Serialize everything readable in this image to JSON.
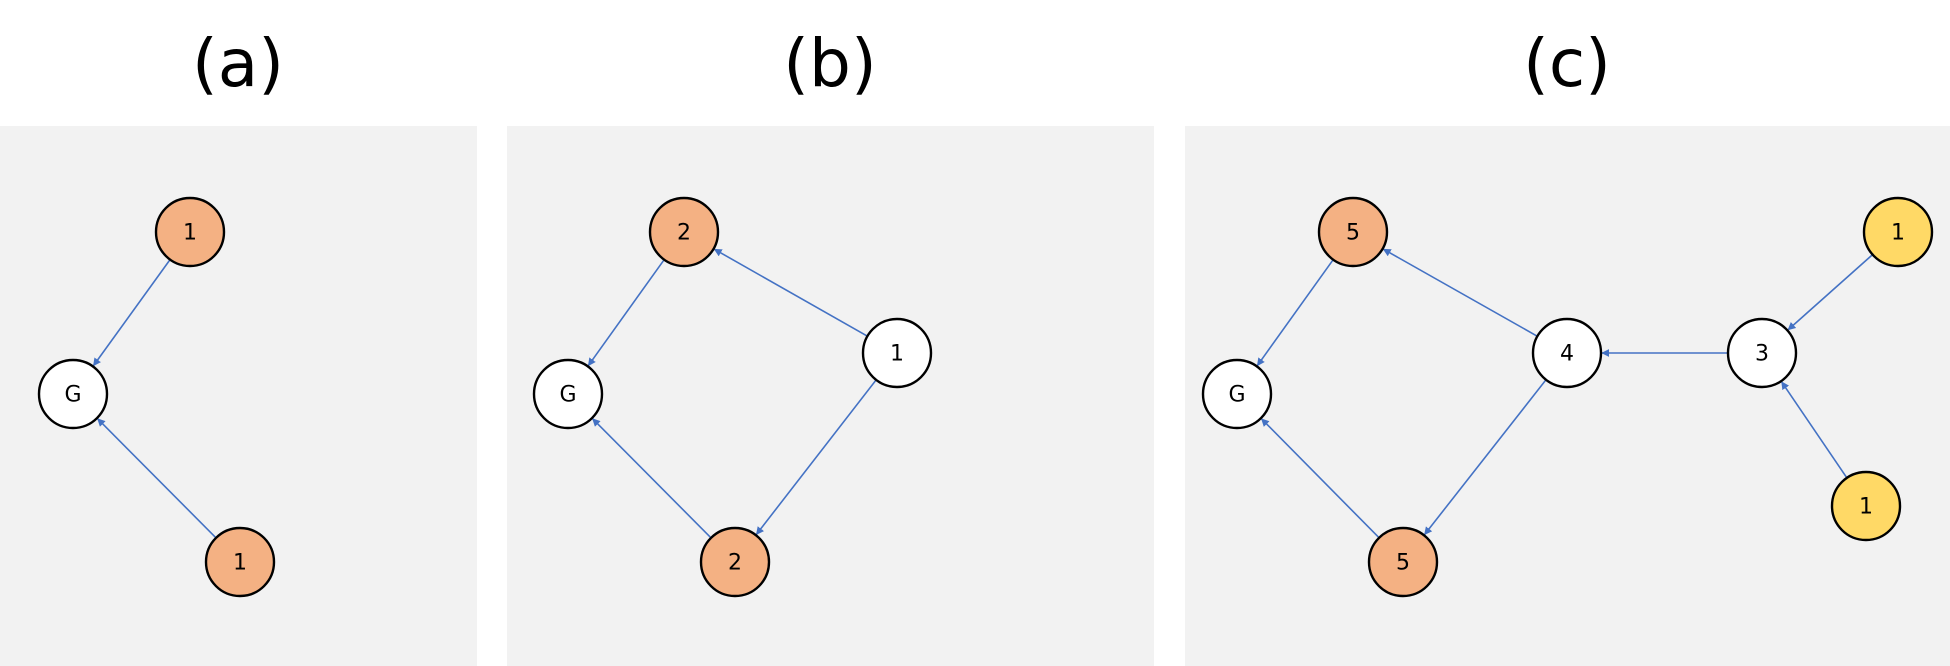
{
  "colors": {
    "panel_background": "#f2f2f2",
    "edge": "#4472c4",
    "node_white": "#ffffff",
    "node_orange": "#f4b183",
    "node_yellow": "#ffd966",
    "node_stroke": "#000000"
  },
  "panels": [
    {
      "id": "a",
      "title": "(a)",
      "nodes": [
        {
          "id": "a_top",
          "label": "1",
          "fill": "orange"
        },
        {
          "id": "a_g",
          "label": "G",
          "fill": "white"
        },
        {
          "id": "a_bottom",
          "label": "1",
          "fill": "orange"
        }
      ],
      "edges": [
        {
          "from": "a_top",
          "to": "a_g"
        },
        {
          "from": "a_bottom",
          "to": "a_g"
        }
      ]
    },
    {
      "id": "b",
      "title": "(b)",
      "nodes": [
        {
          "id": "b_top",
          "label": "2",
          "fill": "orange"
        },
        {
          "id": "b_g",
          "label": "G",
          "fill": "white"
        },
        {
          "id": "b_right",
          "label": "1",
          "fill": "white"
        },
        {
          "id": "b_bottom",
          "label": "2",
          "fill": "orange"
        }
      ],
      "edges": [
        {
          "from": "b_top",
          "to": "b_g"
        },
        {
          "from": "b_bottom",
          "to": "b_g"
        },
        {
          "from": "b_right",
          "to": "b_top"
        },
        {
          "from": "b_right",
          "to": "b_bottom"
        }
      ]
    },
    {
      "id": "c",
      "title": "(c)",
      "nodes": [
        {
          "id": "c_top",
          "label": "5",
          "fill": "orange"
        },
        {
          "id": "c_g",
          "label": "G",
          "fill": "white"
        },
        {
          "id": "c_bottom",
          "label": "5",
          "fill": "orange"
        },
        {
          "id": "c_four",
          "label": "4",
          "fill": "white"
        },
        {
          "id": "c_three",
          "label": "3",
          "fill": "white"
        },
        {
          "id": "c_y_top",
          "label": "1",
          "fill": "yellow"
        },
        {
          "id": "c_y_bottom",
          "label": "1",
          "fill": "yellow"
        }
      ],
      "edges": [
        {
          "from": "c_top",
          "to": "c_g"
        },
        {
          "from": "c_bottom",
          "to": "c_g"
        },
        {
          "from": "c_four",
          "to": "c_top"
        },
        {
          "from": "c_four",
          "to": "c_bottom"
        },
        {
          "from": "c_three",
          "to": "c_four"
        },
        {
          "from": "c_y_top",
          "to": "c_three"
        },
        {
          "from": "c_y_bottom",
          "to": "c_three"
        }
      ]
    }
  ]
}
